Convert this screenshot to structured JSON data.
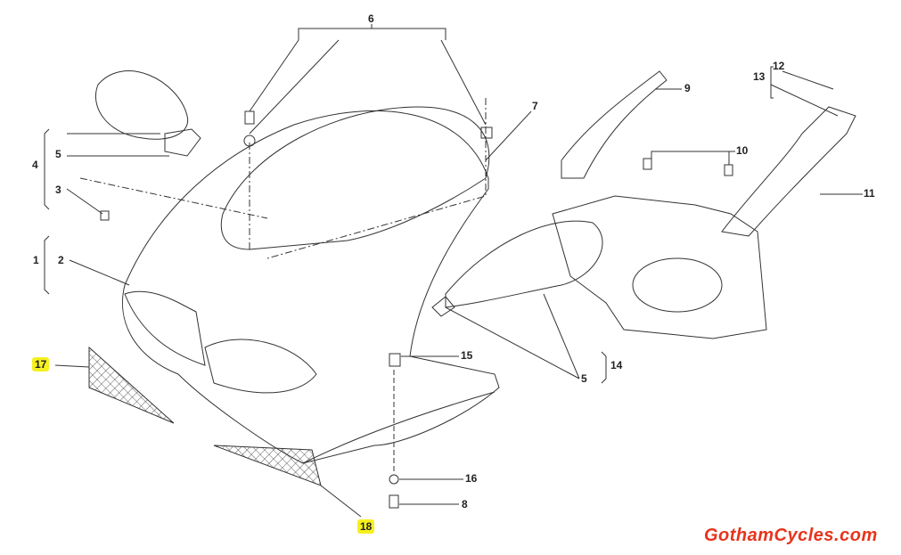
{
  "diagram": {
    "callouts": [
      {
        "id": "6",
        "label": "6"
      },
      {
        "id": "7",
        "label": "7"
      },
      {
        "id": "9",
        "label": "9"
      },
      {
        "id": "13",
        "label": "13"
      },
      {
        "id": "12",
        "label": "12"
      },
      {
        "id": "10",
        "label": "10"
      },
      {
        "id": "11",
        "label": "11"
      },
      {
        "id": "4",
        "label": "4"
      },
      {
        "id": "5a",
        "label": "5"
      },
      {
        "id": "3",
        "label": "3"
      },
      {
        "id": "1",
        "label": "1"
      },
      {
        "id": "2",
        "label": "2"
      },
      {
        "id": "17",
        "label": "17",
        "highlighted": true
      },
      {
        "id": "15",
        "label": "15"
      },
      {
        "id": "5b",
        "label": "5"
      },
      {
        "id": "14",
        "label": "14"
      },
      {
        "id": "16",
        "label": "16"
      },
      {
        "id": "8",
        "label": "8"
      },
      {
        "id": "18",
        "label": "18",
        "highlighted": true
      }
    ],
    "highlight_color": "#f5f020"
  },
  "watermark": {
    "text": "GothamCycles.com",
    "color": "#e8331c"
  }
}
